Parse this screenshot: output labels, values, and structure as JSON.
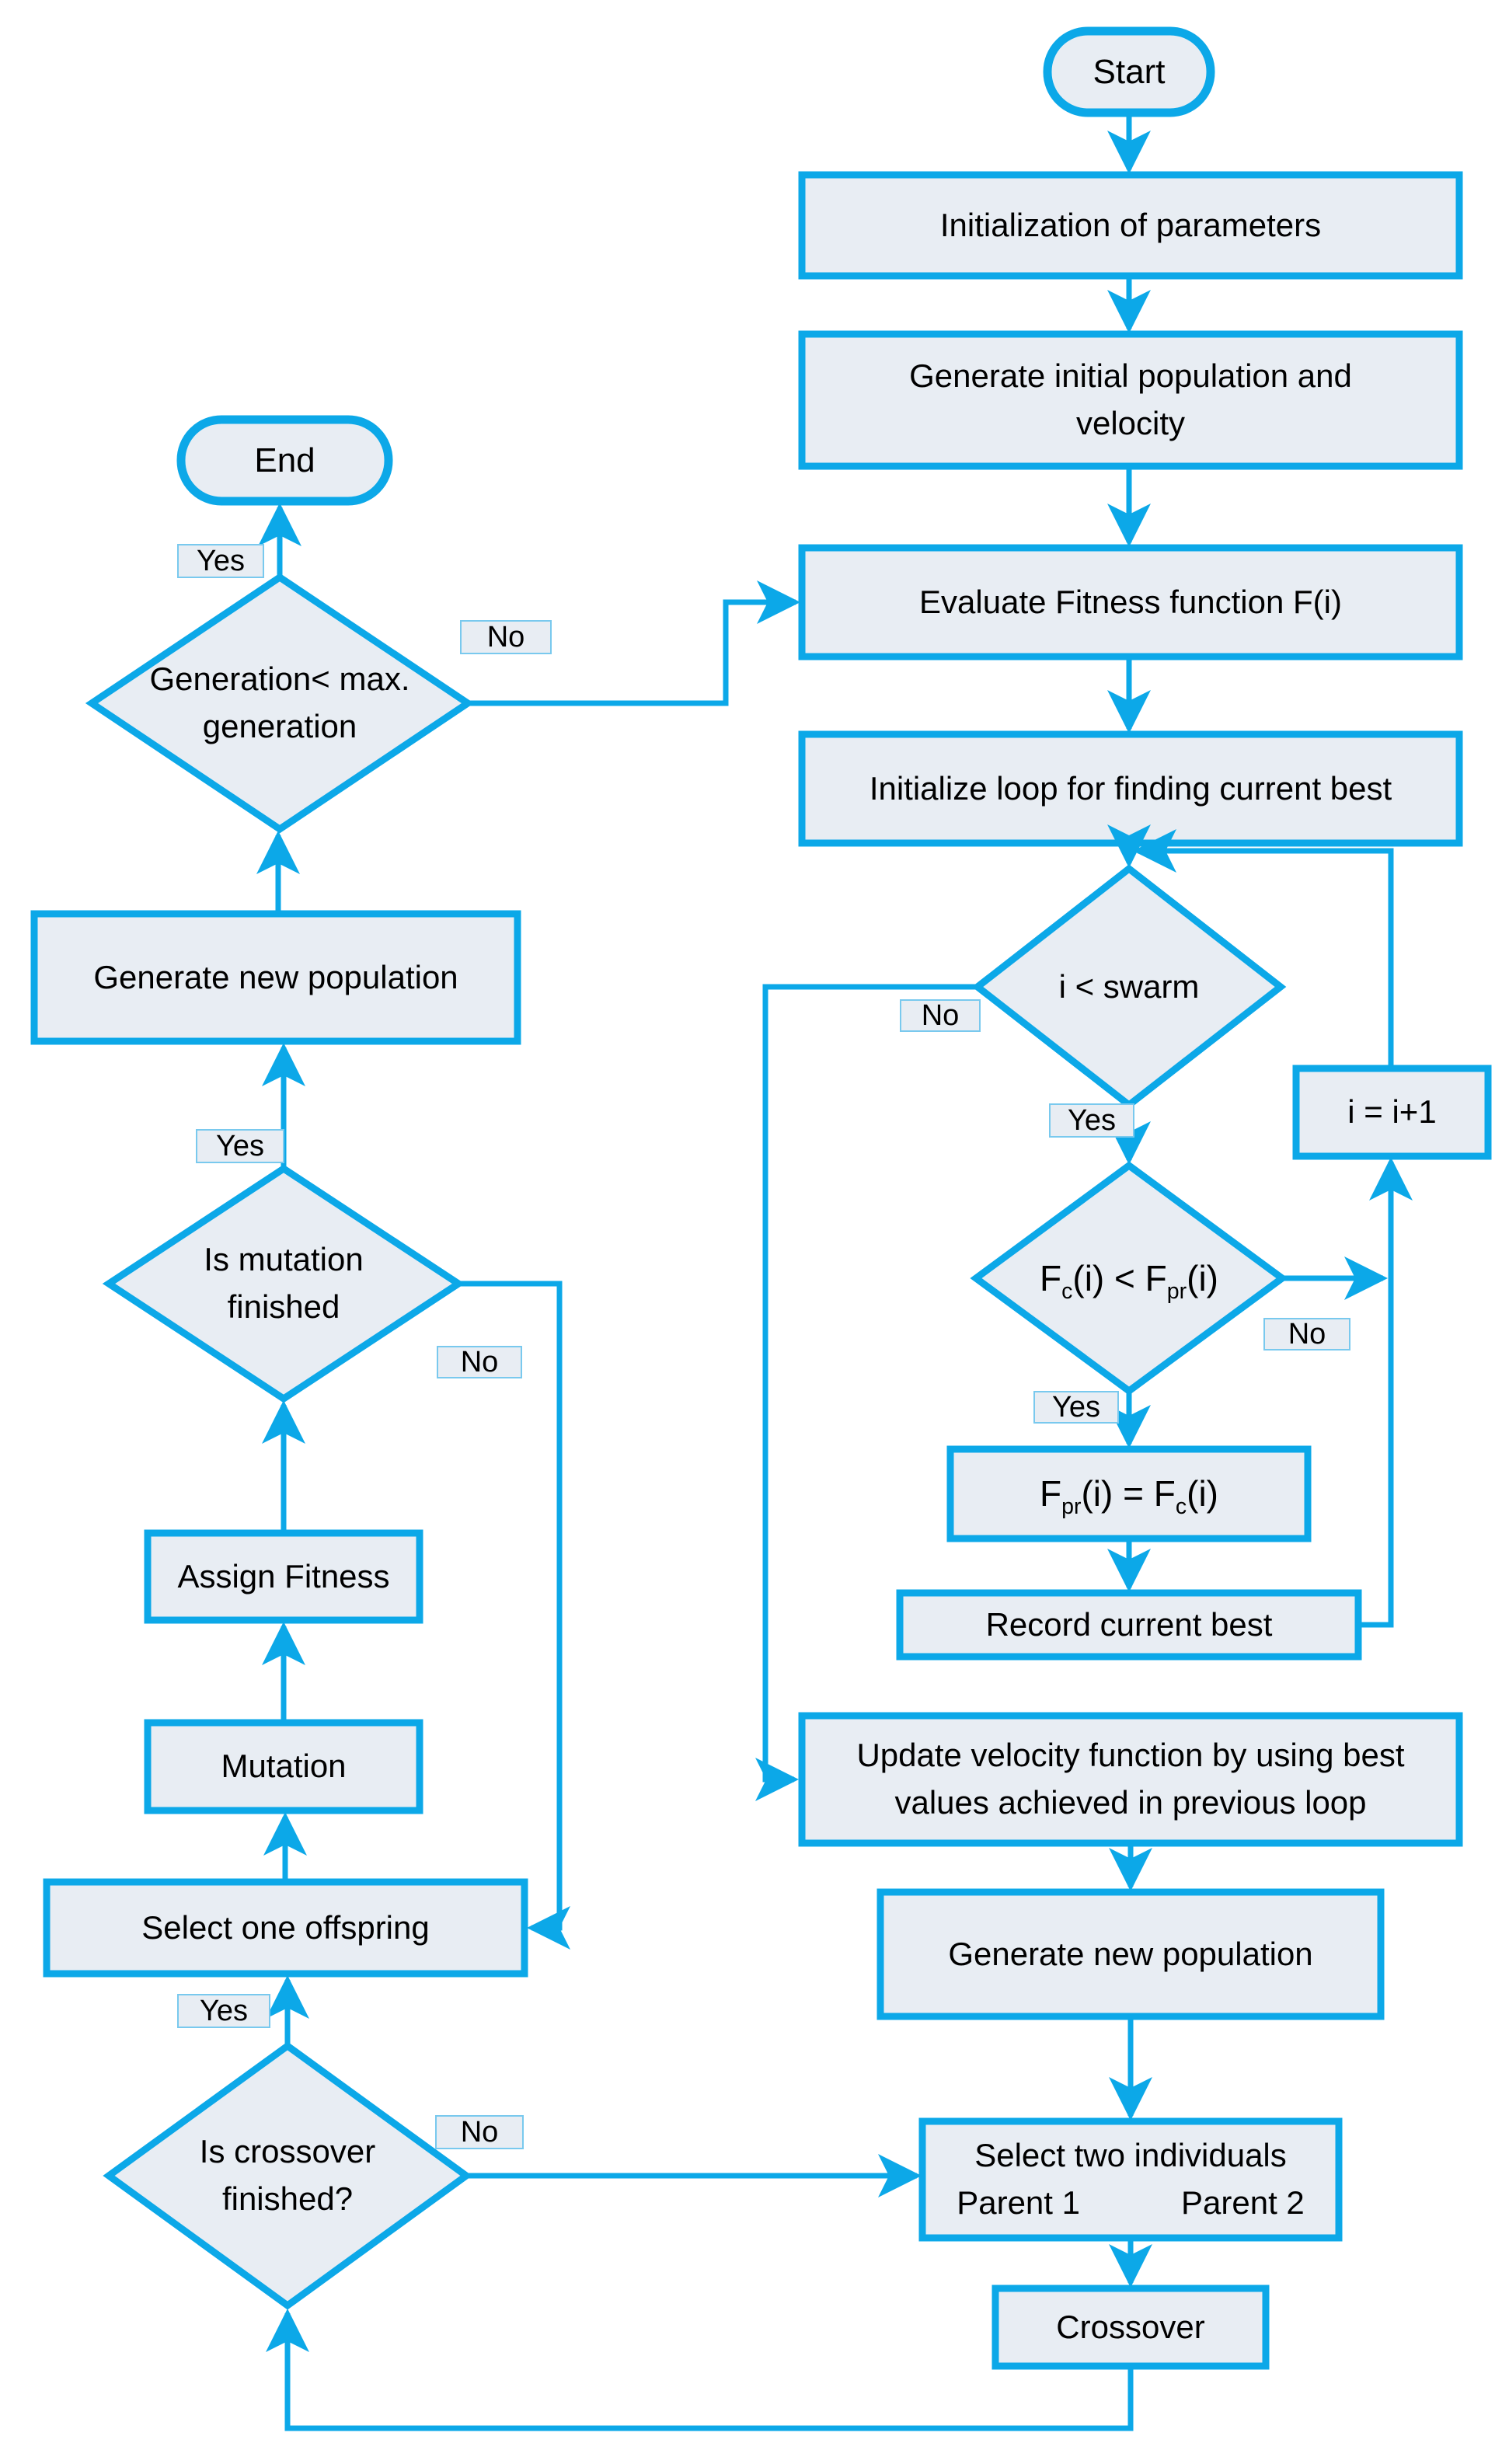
{
  "colors": {
    "line": "#0ca8e8",
    "node_fill": "#e8edf3",
    "edge_label_fill": "#e8edf3",
    "edge_label_border": "#79c9ee",
    "text": "#000000"
  },
  "nodes": {
    "start": {
      "label": "Start"
    },
    "init_params": {
      "label": "Initialization of parameters"
    },
    "gen_initial_pop": {
      "label": "Generate initial population and velocity"
    },
    "evaluate_fitness": {
      "label": "Evaluate Fitness function F(i)"
    },
    "init_loop": {
      "label": "Initialize loop for finding current best"
    },
    "i_less_swarm": {
      "label": "i < swarm"
    },
    "i_increment": {
      "label": "i = i+1"
    },
    "fc_less_fpr": {
      "pre": "F",
      "sub1": "c",
      "mid": "(i) < F",
      "sub2": "pr",
      "post": "(i)"
    },
    "fpr_assign": {
      "pre": "F",
      "sub1": "pr",
      "mid": "(i) = F",
      "sub2": "c",
      "post": "(i)"
    },
    "record_best": {
      "label": "Record current best"
    },
    "update_velocity": {
      "label": "Update velocity function by using best values achieved in previous loop"
    },
    "gen_new_pop_right": {
      "label": "Generate new population"
    },
    "select_two_individuals": {
      "title": "Select two individuals",
      "parent1": "Parent 1",
      "parent2": "Parent 2"
    },
    "crossover": {
      "label": "Crossover"
    },
    "end": {
      "label": "End"
    },
    "generation_check": {
      "label": "Generation< max. generation"
    },
    "gen_new_pop_left": {
      "label": "Generate new population"
    },
    "is_mutation_finished": {
      "label": "Is mutation finished"
    },
    "assign_fitness": {
      "label": "Assign Fitness"
    },
    "mutation": {
      "label": "Mutation"
    },
    "select_one_offspring": {
      "label": "Select one offspring"
    },
    "is_crossover_finished": {
      "label": "Is crossover finished?"
    }
  },
  "edge_labels": {
    "yes_generation": "Yes",
    "no_generation": "No",
    "no_i_swarm": "No",
    "yes_i_swarm": "Yes",
    "no_fc": "No",
    "yes_fc": "Yes",
    "yes_mutation": "Yes",
    "no_mutation": "No",
    "yes_crossover": "Yes",
    "no_crossover": "No"
  }
}
